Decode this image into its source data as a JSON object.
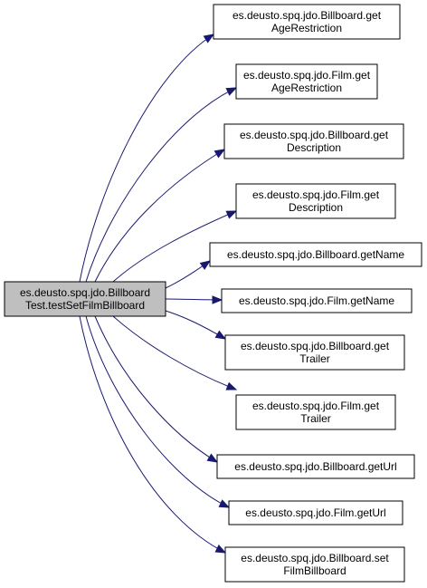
{
  "colors": {
    "source_fill": "#bfbfbf",
    "target_fill": "#ffffff",
    "border": "#000000",
    "edge": "#191970"
  },
  "source": {
    "id": "src",
    "lines": [
      "es.deusto.spq.jdo.Billboard",
      "Test.testSetFilmBillboard"
    ]
  },
  "targets": [
    {
      "id": "billboard-get-age-restriction",
      "lines": [
        "es.deusto.spq.jdo.Billboard.get",
        "AgeRestriction"
      ]
    },
    {
      "id": "film-get-age-restriction",
      "lines": [
        "es.deusto.spq.jdo.Film.get",
        "AgeRestriction"
      ]
    },
    {
      "id": "billboard-get-description",
      "lines": [
        "es.deusto.spq.jdo.Billboard.get",
        "Description"
      ]
    },
    {
      "id": "film-get-description",
      "lines": [
        "es.deusto.spq.jdo.Film.get",
        "Description"
      ]
    },
    {
      "id": "billboard-get-name",
      "lines": [
        "es.deusto.spq.jdo.Billboard.getName"
      ]
    },
    {
      "id": "film-get-name",
      "lines": [
        "es.deusto.spq.jdo.Film.getName"
      ]
    },
    {
      "id": "billboard-get-trailer",
      "lines": [
        "es.deusto.spq.jdo.Billboard.get",
        "Trailer"
      ]
    },
    {
      "id": "film-get-trailer",
      "lines": [
        "es.deusto.spq.jdo.Film.get",
        "Trailer"
      ]
    },
    {
      "id": "billboard-get-url",
      "lines": [
        "es.deusto.spq.jdo.Billboard.getUrl"
      ]
    },
    {
      "id": "film-get-url",
      "lines": [
        "es.deusto.spq.jdo.Film.getUrl"
      ]
    },
    {
      "id": "billboard-set-film-billboard",
      "lines": [
        "es.deusto.spq.jdo.Billboard.set",
        "FilmBillboard"
      ]
    }
  ]
}
